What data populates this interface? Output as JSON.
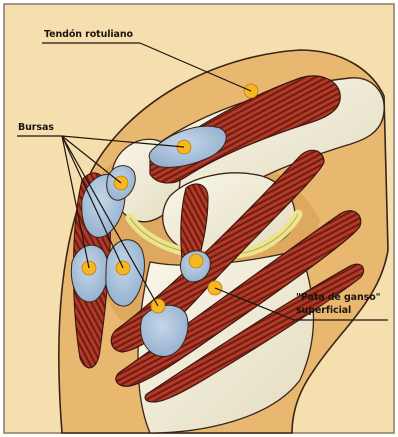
{
  "labels": {
    "tendon": "Tendón rotuliano",
    "bursas": "Bursas",
    "pata_line1": "\"Pata de ganso\"",
    "pata_line2": "superficial"
  },
  "colors": {
    "background": "#f6dfae",
    "skin": "#e9b870",
    "bone": "#f3efdc",
    "muscle": "#9a2a20",
    "bursa": "#a9c2dc",
    "bursa_dot": "#f5b822",
    "ligament": "#ebe48a",
    "frame": "#8a7a64"
  }
}
